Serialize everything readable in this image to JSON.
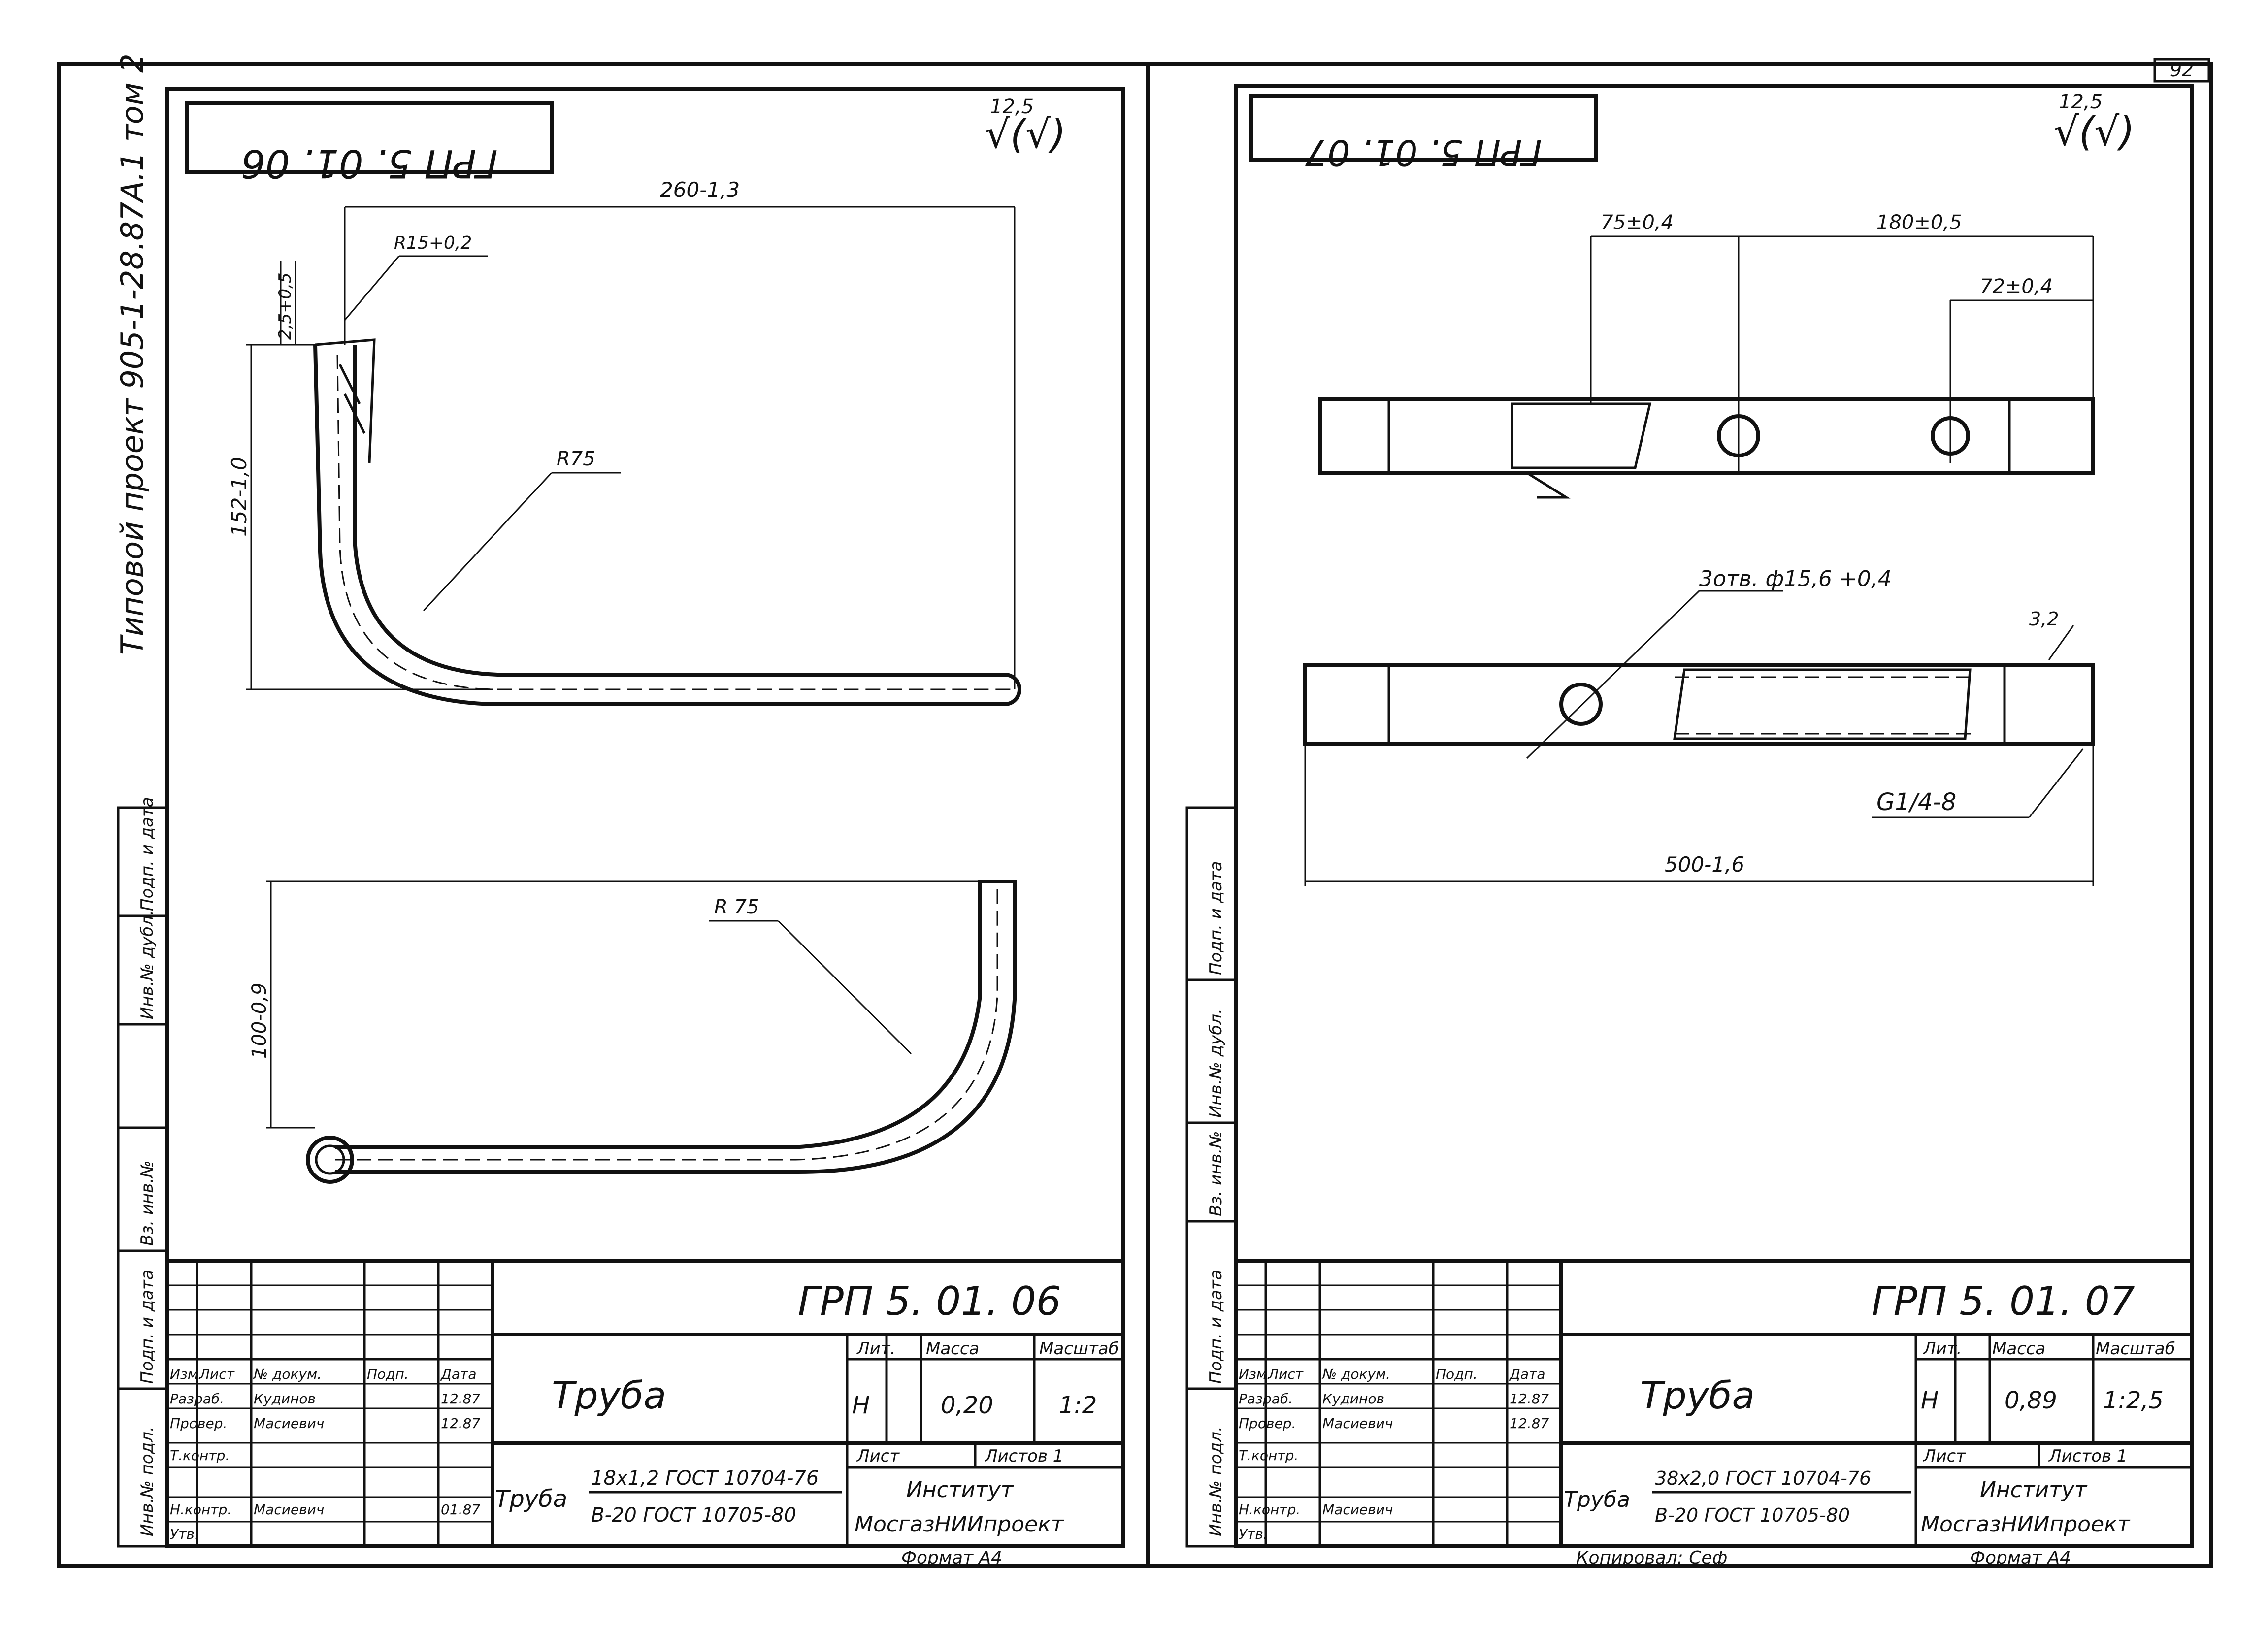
{
  "page_number": "92",
  "left_margin_text": "Типовой проект 905-1-28.87А.1 том 2",
  "left_sheet": {
    "stamp_code_mirrored": "ГРП 5. 01. 06",
    "roughness_value": "12,5",
    "roughness_symbol": "√(√)",
    "dims": {
      "length": "260-1,3",
      "radius_small": "R15+0,2",
      "offset": "2,5+0,5",
      "height": "152-1,0",
      "radius_top": "R75",
      "radius_bottom": "R 75",
      "height_bottom": "100-0,9"
    },
    "side_stamp": [
      "Подп. и дата",
      "Инв.№ дубл.",
      "Вз. инв.№",
      "Подп. и дата",
      "Инв.№ подл."
    ],
    "title_block": {
      "code": "ГРП 5. 01. 06",
      "name": "Труба",
      "material_prefix": "Труба",
      "material_line1": "18х1,2 ГОСТ 10704-76",
      "material_line2": "В-20 ГОСТ 10705-80",
      "head_lit": "Лит.",
      "head_mass": "Масса",
      "head_scale": "Масштаб",
      "lit": "Н",
      "mass": "0,20",
      "scale": "1:2",
      "sheet": "Лист",
      "sheets": "Листов 1",
      "org1": "Институт",
      "org2": "МосгазНИИпроект",
      "rows": [
        [
          "Изм.",
          "Лист",
          "№ докум.",
          "Подп.",
          "Дата"
        ],
        [
          "Разраб.",
          "Кудинов",
          "",
          "",
          "12.87"
        ],
        [
          "Провер.",
          "Масиевич",
          "",
          "",
          "12.87"
        ],
        [
          "Т.контр.",
          "",
          "",
          "",
          ""
        ],
        [
          "",
          "",
          "",
          "",
          ""
        ],
        [
          "Н.контр.",
          "Масиевич",
          "",
          "",
          "01.87"
        ],
        [
          "Утв.",
          "",
          "",
          "",
          ""
        ]
      ]
    },
    "format": "Формат А4"
  },
  "right_sheet": {
    "stamp_code_mirrored": "ГРП 5. 01. 07",
    "roughness_value": "12,5",
    "roughness_symbol": "√(√)",
    "dims": {
      "d1": "75±0,4",
      "d2": "180±0,5",
      "d3": "72±0,4",
      "holes": "3отв. ф15,6 +0,4",
      "thread_len": "3,2",
      "thread": "G1/4-8",
      "total": "500-1,6"
    },
    "side_stamp": [
      "Подп. и дата",
      "Инв.№ дубл.",
      "Вз. инв.№",
      "Подп. и дата",
      "Инв.№ подл."
    ],
    "title_block": {
      "code": "ГРП 5. 01. 07",
      "name": "Труба",
      "material_prefix": "Труба",
      "material_line1": "38х2,0 ГОСТ 10704-76",
      "material_line2": "В-20 ГОСТ 10705-80",
      "head_lit": "Лит.",
      "head_mass": "Масса",
      "head_scale": "Масштаб",
      "lit": "Н",
      "mass": "0,89",
      "scale": "1:2,5",
      "sheet": "Лист",
      "sheets": "Листов 1",
      "org1": "Институт",
      "org2": "МосгазНИИпроект",
      "rows": [
        [
          "Изм.",
          "Лист",
          "№ докум.",
          "Подп.",
          "Дата"
        ],
        [
          "Разраб.",
          "Кудинов",
          "",
          "",
          "12.87"
        ],
        [
          "Провер.",
          "Масиевич",
          "",
          "",
          "12.87"
        ],
        [
          "Т.контр.",
          "",
          "",
          "",
          ""
        ],
        [
          "",
          "",
          "",
          "",
          ""
        ],
        [
          "Н.контр.",
          "Масиевич",
          "",
          "",
          ""
        ],
        [
          "Утв.",
          "",
          "",
          "",
          ""
        ]
      ]
    },
    "copied": "Копировал: Сеф",
    "format": "Формат А4"
  }
}
